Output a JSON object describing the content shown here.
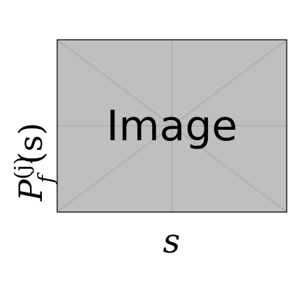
{
  "figure": {
    "placeholder_label": "Image",
    "xlabel": "s",
    "ylabel": {
      "symbol": "P",
      "superscript": "(j)",
      "subscript": "f",
      "argument": "(s)"
    },
    "colors": {
      "placeholder_fill": "#bfbfbf",
      "placeholder_lines": "#a6a6a6",
      "border": "#000000",
      "text": "#000000"
    }
  }
}
